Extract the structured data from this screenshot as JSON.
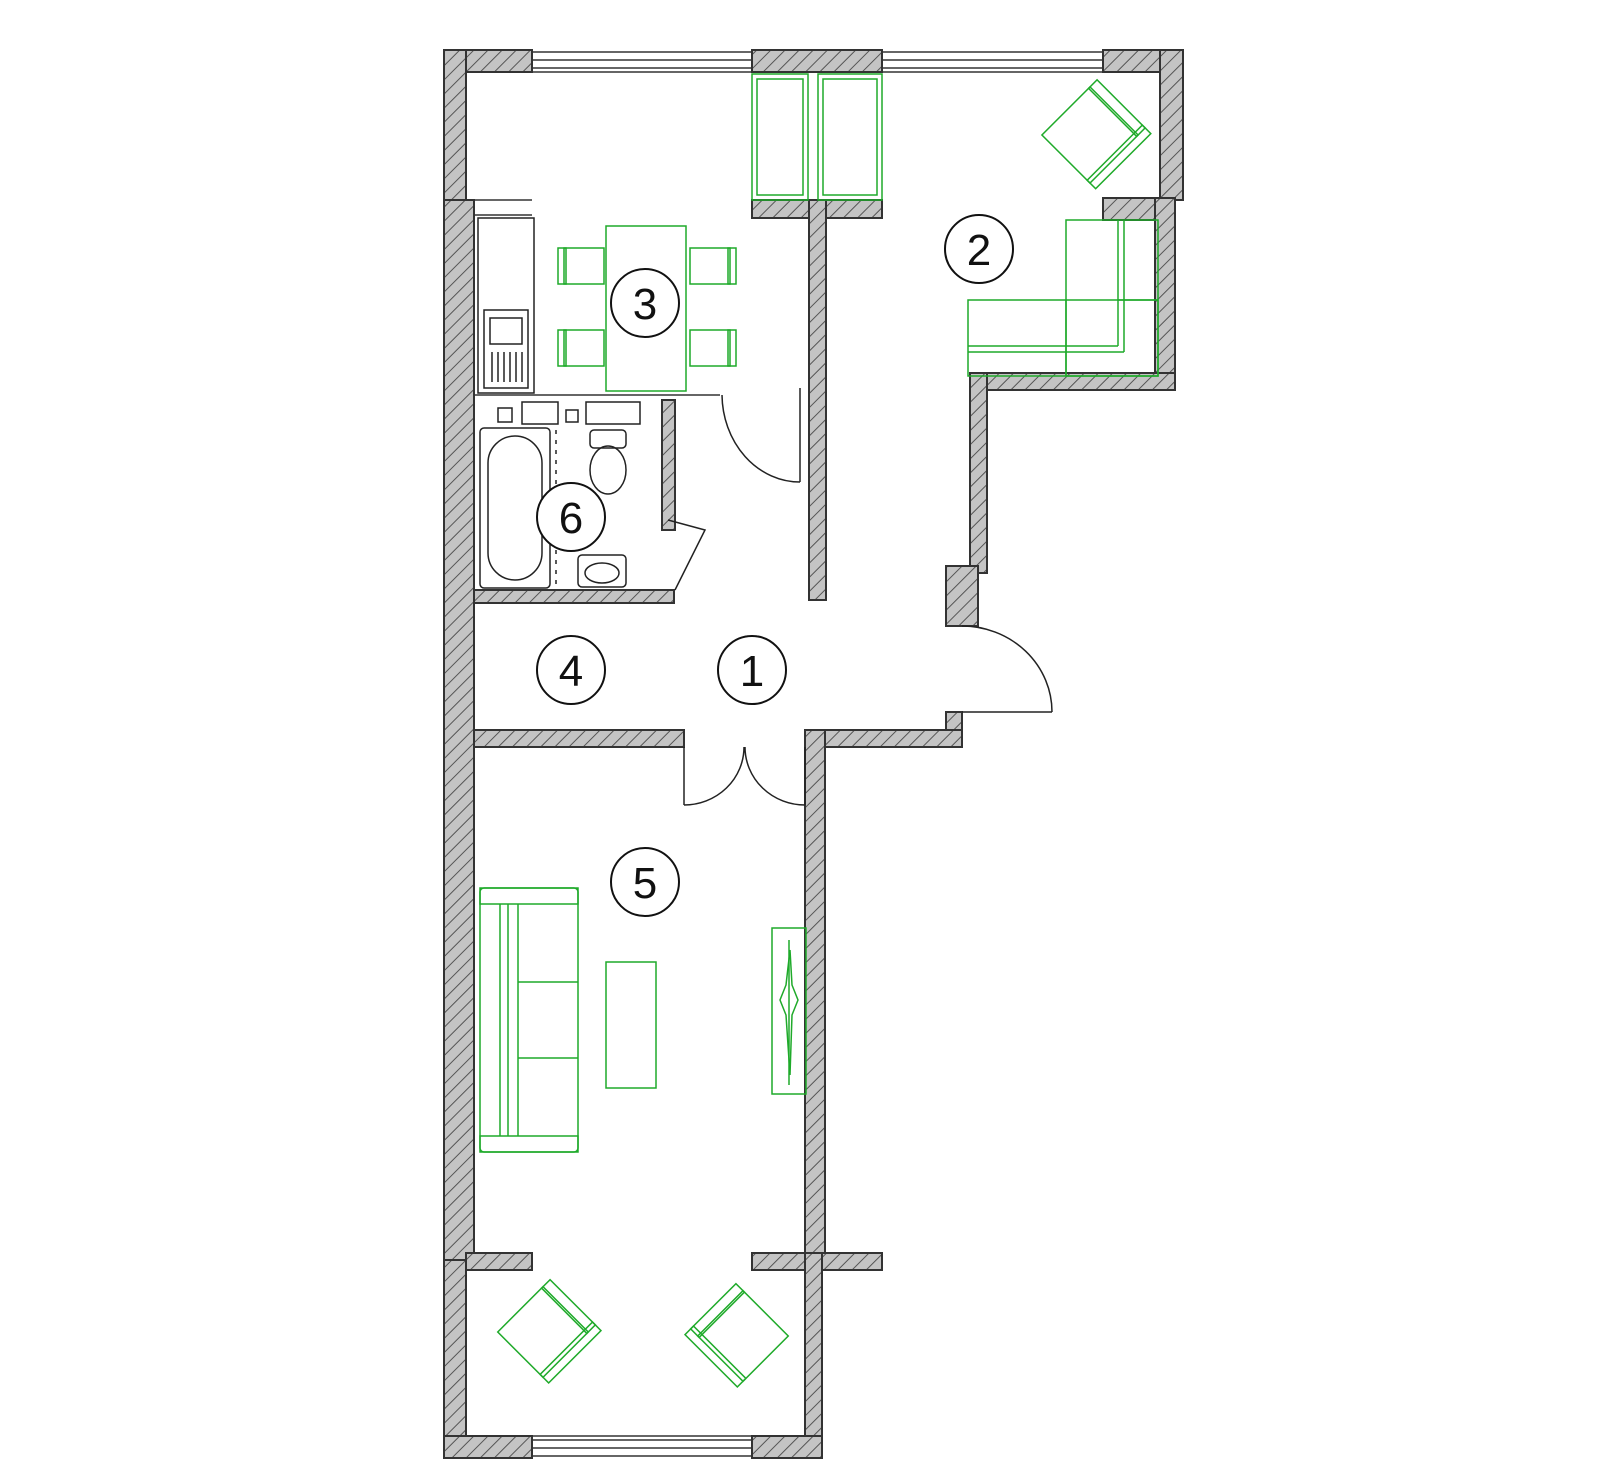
{
  "plan": {
    "colors": {
      "wall_fill": "#bdbdbd",
      "wall_stroke": "#333333",
      "furniture": "#1faa2a",
      "line": "#222222",
      "background": "#ffffff"
    },
    "room_labels": [
      {
        "id": "room-1",
        "text": "1"
      },
      {
        "id": "room-2",
        "text": "2"
      },
      {
        "id": "room-3",
        "text": "3"
      },
      {
        "id": "room-4",
        "text": "4"
      },
      {
        "id": "room-5",
        "text": "5"
      },
      {
        "id": "room-6",
        "text": "6"
      }
    ]
  }
}
